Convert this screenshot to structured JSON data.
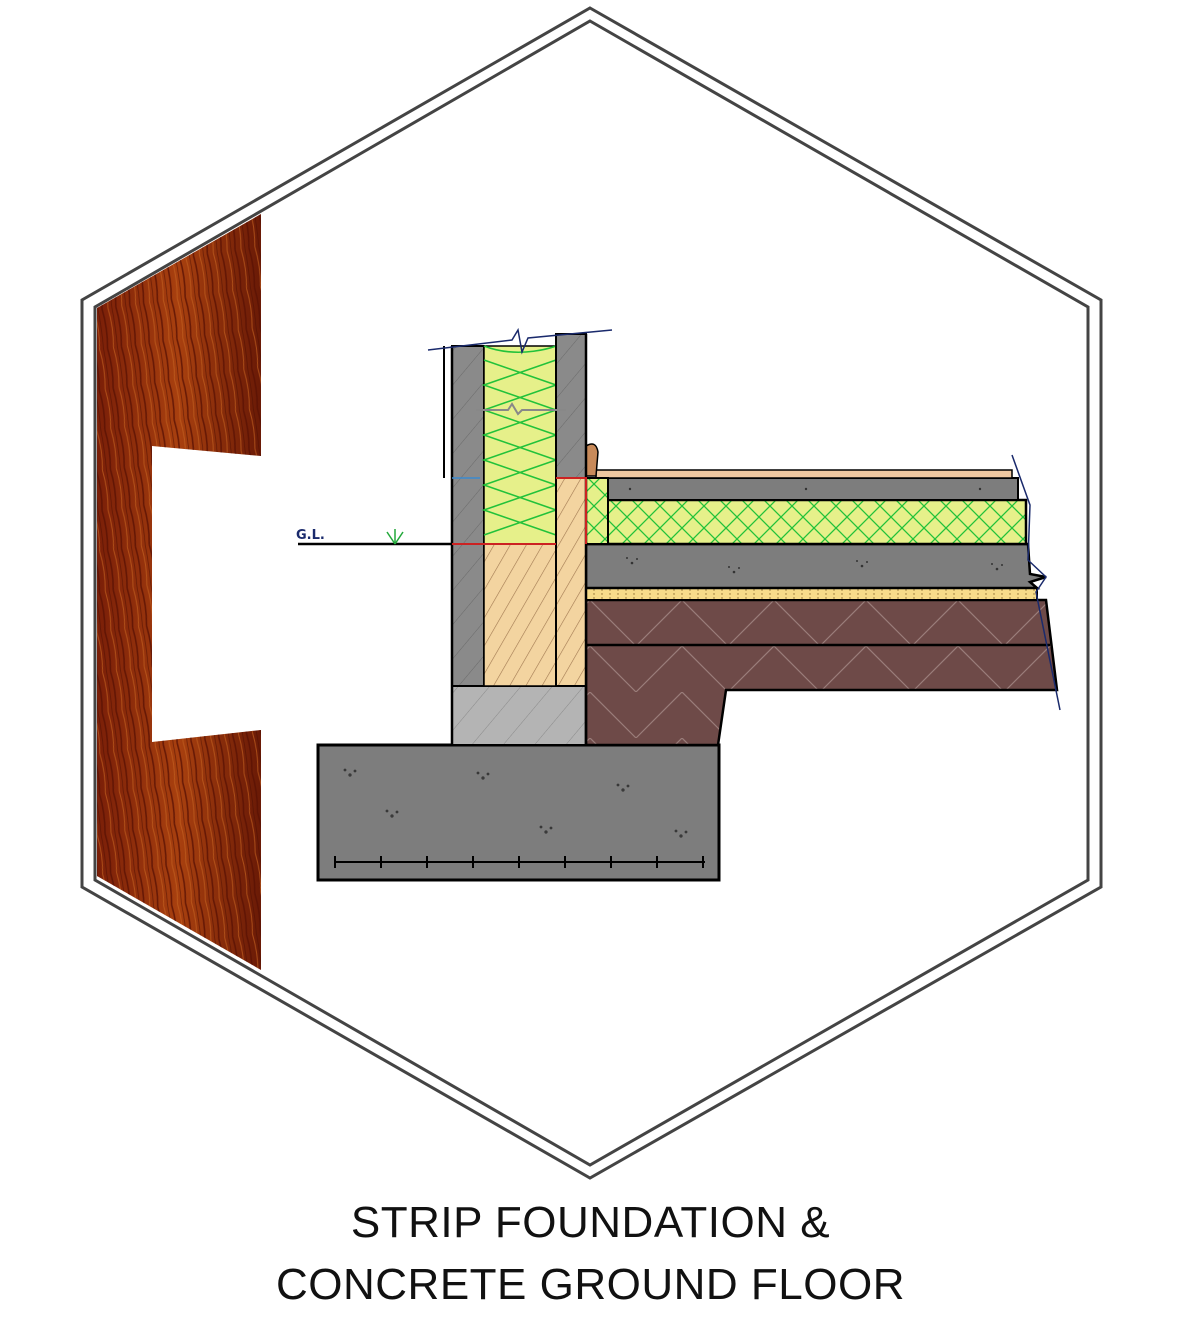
{
  "title": {
    "line1": "STRIP FOUNDATION &",
    "line2": "CONCRETE GROUND FLOOR"
  },
  "diagram": {
    "ground_level_label": "G.L."
  },
  "colors": {
    "frame": "#444444",
    "insulation": "#e6f08a",
    "insulation_lines": "#22c23a",
    "concrete": "#7d7d7d",
    "block": "#a9a9a9",
    "timber": "#f3d4a0",
    "hardcore": "#6e4a48",
    "sand": "#f7dc8a",
    "dpc": "#cc2222",
    "wood_sample": "#8a2a0c",
    "annotation_blue": "#1a2a6c"
  },
  "icons": [
    "grass-icon",
    "break-line-icon",
    "wood-texture-swatch"
  ]
}
